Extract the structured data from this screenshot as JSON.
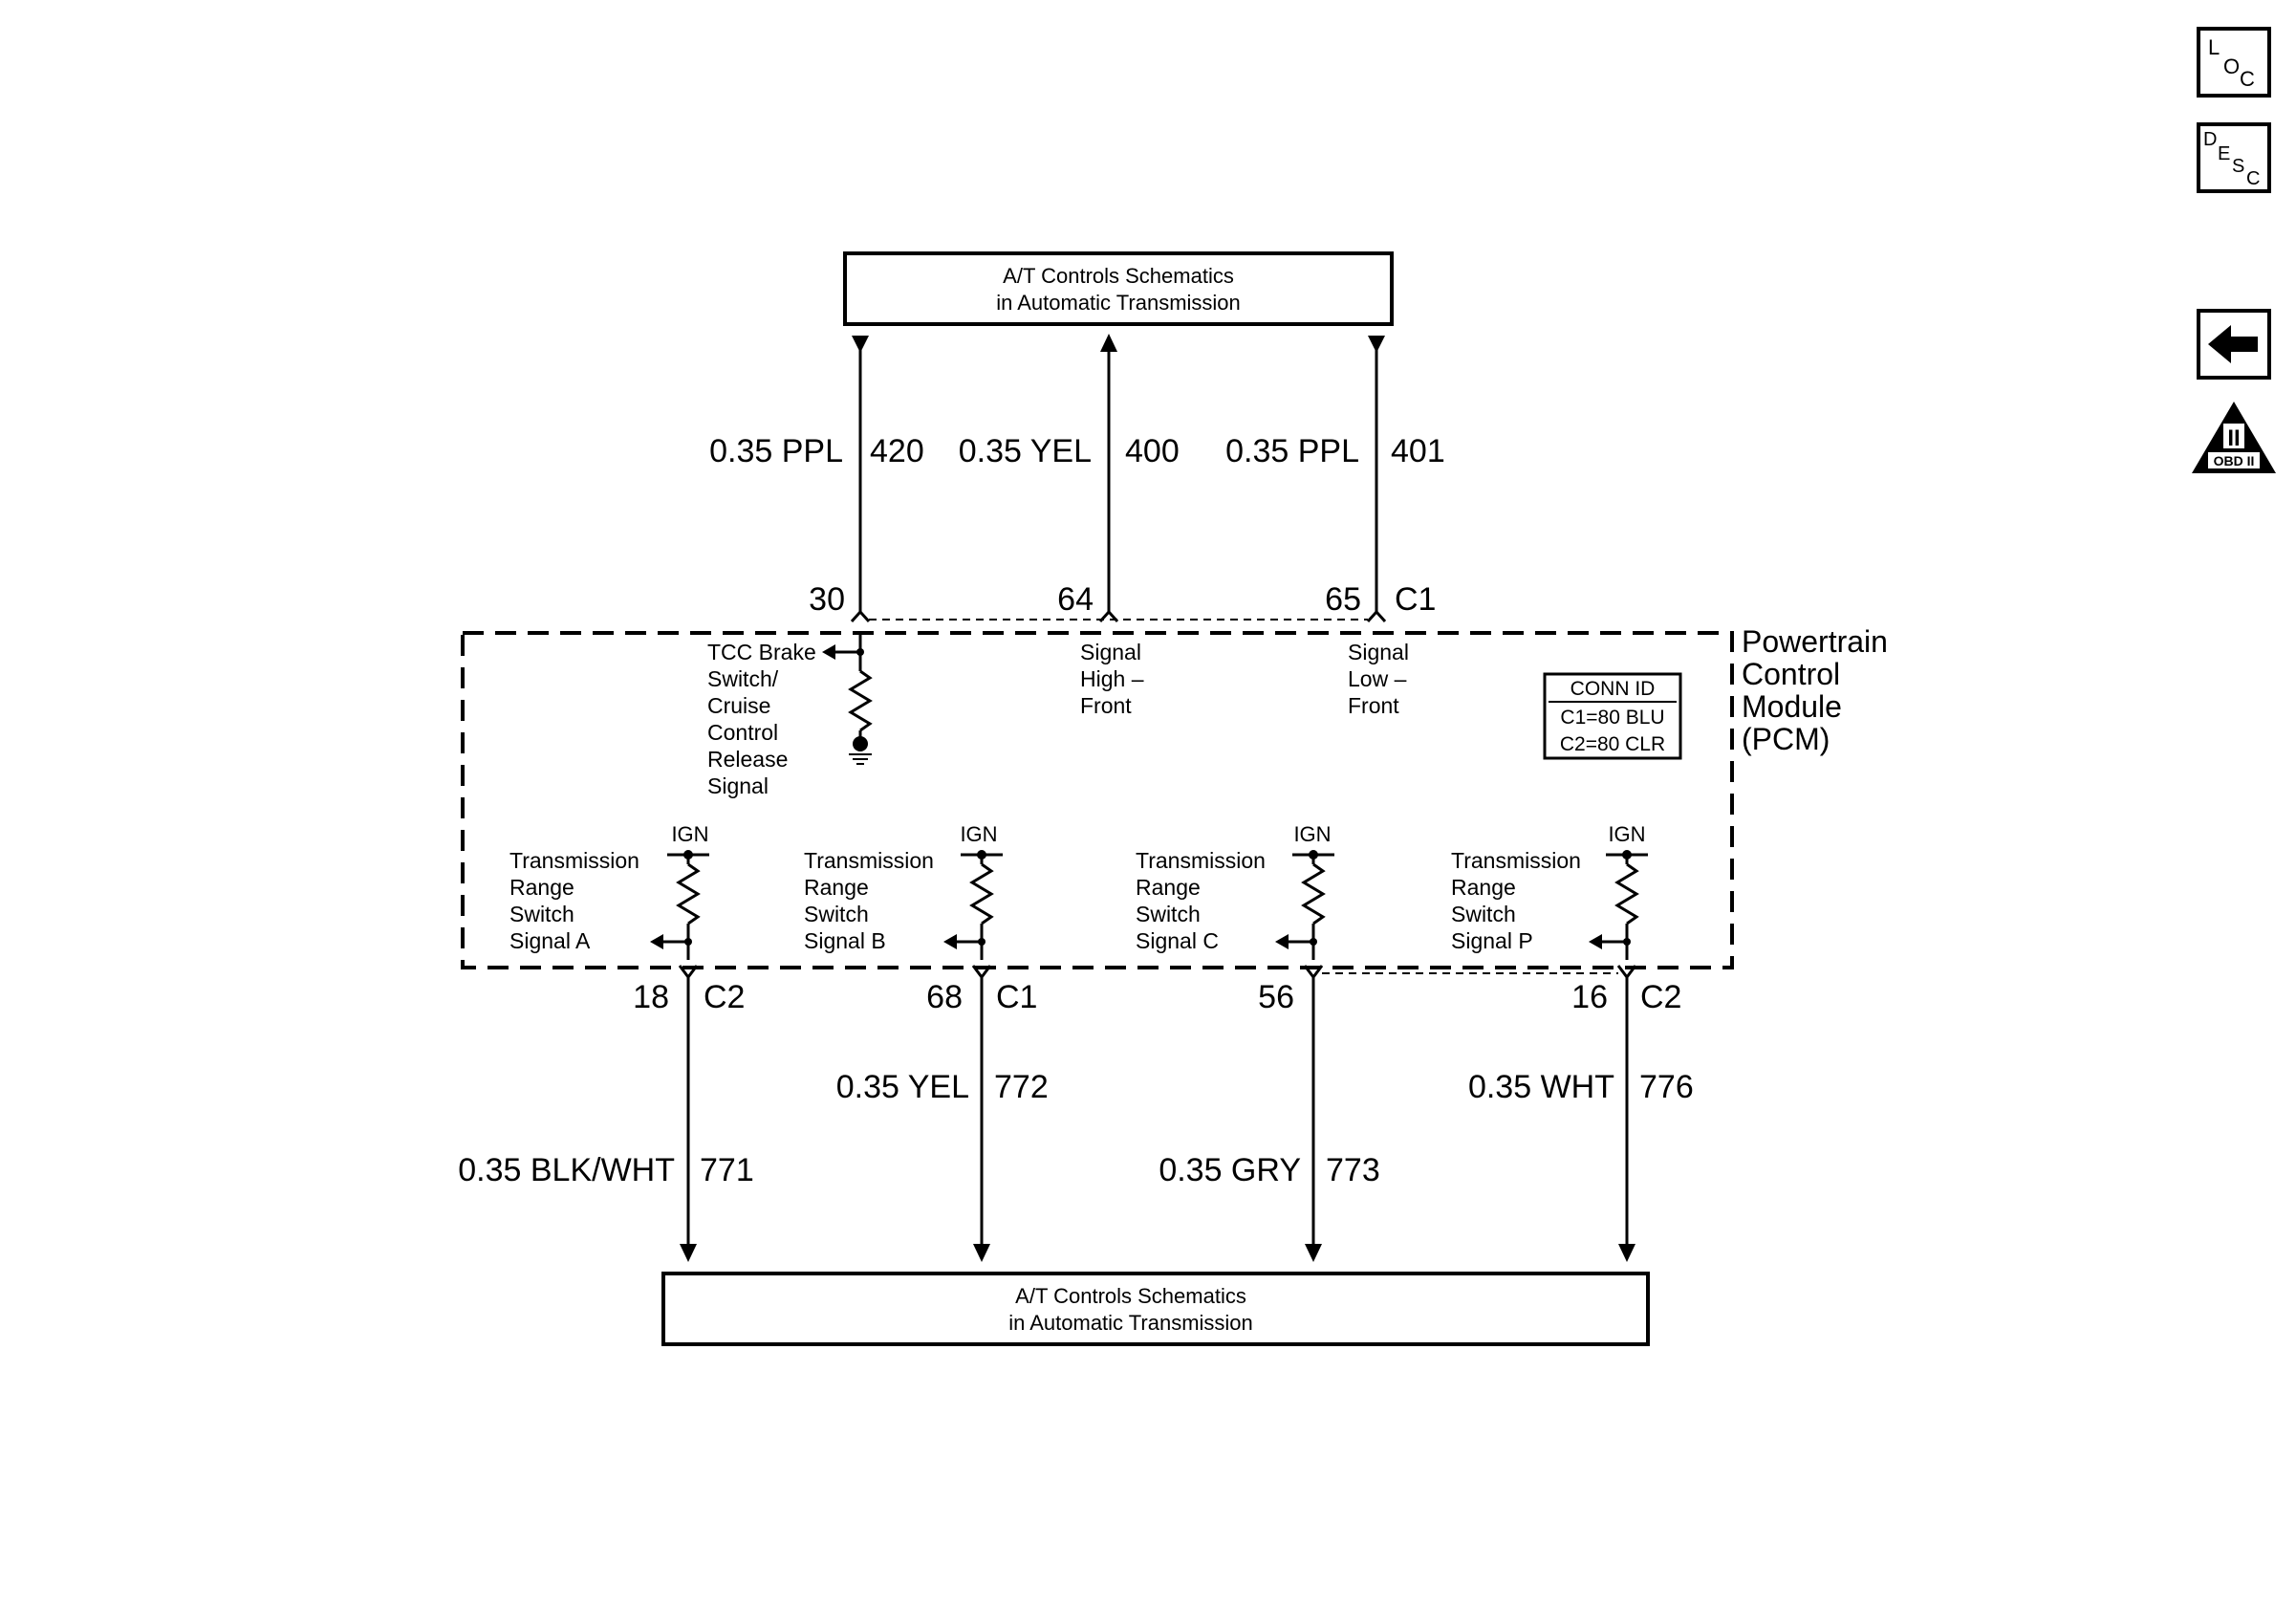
{
  "nav": {
    "loc_letters": [
      "L",
      "O",
      "C"
    ],
    "desc_letters": [
      "D",
      "E",
      "S",
      "C"
    ],
    "obd_numeral": "II",
    "obd_label": "OBD II"
  },
  "top_box": {
    "line1": "A/T Controls Schematics",
    "line2": "in Automatic Transmission"
  },
  "bottom_box": {
    "line1": "A/T Controls Schematics",
    "line2": "in Automatic Transmission"
  },
  "top_wires": [
    {
      "spec": "0.35 PPL",
      "circuit": "420",
      "pin": "30"
    },
    {
      "spec": "0.35 YEL",
      "circuit": "400",
      "pin": "64"
    },
    {
      "spec": "0.35 PPL",
      "circuit": "401",
      "pin": "65"
    }
  ],
  "top_connector": "C1",
  "module": {
    "name_lines": [
      "Powertrain",
      "Control",
      "Module",
      "(PCM)"
    ],
    "conn_id": {
      "title": "CONN ID",
      "c1": "C1=80 BLU",
      "c2": "C2=80 CLR"
    },
    "signals_top": [
      {
        "lines": [
          "TCC Brake",
          "Switch/",
          "Cruise",
          "Control",
          "Release",
          "Signal"
        ]
      },
      {
        "lines": [
          "Signal",
          "High –",
          "Front"
        ]
      },
      {
        "lines": [
          "Signal",
          "Low –",
          "Front"
        ]
      }
    ],
    "ign_label": "IGN",
    "signals_bottom": [
      {
        "lines": [
          "Transmission",
          "Range",
          "Switch",
          "Signal A"
        ]
      },
      {
        "lines": [
          "Transmission",
          "Range",
          "Switch",
          "Signal B"
        ]
      },
      {
        "lines": [
          "Transmission",
          "Range",
          "Switch",
          "Signal C"
        ]
      },
      {
        "lines": [
          "Transmission",
          "Range",
          "Switch",
          "Signal P"
        ]
      }
    ]
  },
  "bottom_wires": [
    {
      "spec": "0.35 BLK/WHT",
      "circuit": "771",
      "pin": "18",
      "connector": "C2"
    },
    {
      "spec": "0.35 YEL",
      "circuit": "772",
      "pin": "68",
      "connector": "C1"
    },
    {
      "spec": "0.35 GRY",
      "circuit": "773",
      "pin": "56",
      "connector": ""
    },
    {
      "spec": "0.35 WHT",
      "circuit": "776",
      "pin": "16",
      "connector": "C2"
    }
  ]
}
